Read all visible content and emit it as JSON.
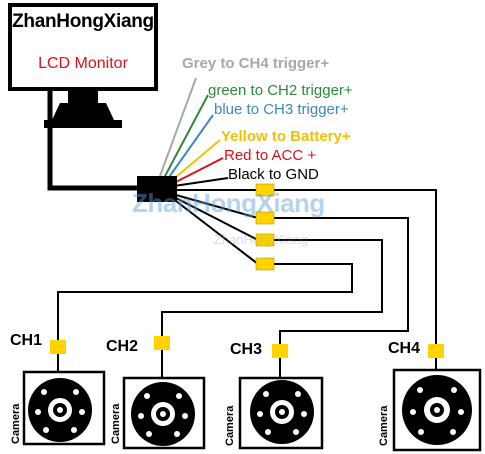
{
  "monitor": {
    "brand": "ZhanHongXiang",
    "model": "LCD Monitor"
  },
  "wires": [
    {
      "label": "Grey to CH4 trigger+",
      "color": "#a8a8a8"
    },
    {
      "label": "green to CH2 trigger+",
      "color": "#2c8a3a"
    },
    {
      "label": "blue to CH3 trigger+",
      "color": "#3f86c9"
    },
    {
      "label": "Yellow to Battery+",
      "color": "#f2c200"
    },
    {
      "label": "Red to ACC +",
      "color": "#e0101a"
    },
    {
      "label": "Black to GND",
      "color": "#000000"
    }
  ],
  "channels": [
    "CH1",
    "CH2",
    "CH3",
    "CH4"
  ],
  "camera_label": "Camera",
  "watermark": "ZhanHongXiang",
  "watermark_small": "ZhanHongXiang",
  "connector_color": "#ffd200"
}
